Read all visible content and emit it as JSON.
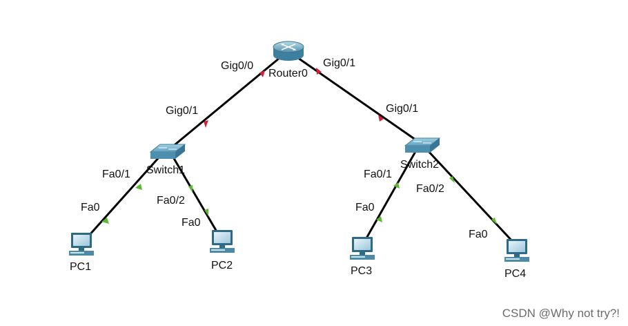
{
  "devices": {
    "router0": "Router0",
    "switch1": "Switch1",
    "switch2": "Switch2",
    "pc1": "PC1",
    "pc2": "PC2",
    "pc3": "PC3",
    "pc4": "PC4"
  },
  "ports": {
    "router_gig00": "Gig0/0",
    "router_gig01": "Gig0/1",
    "sw1_gig01": "Gig0/1",
    "sw2_gig01": "Gig0/1",
    "sw1_fa01": "Fa0/1",
    "sw1_fa02": "Fa0/2",
    "sw2_fa01": "Fa0/1",
    "sw2_fa02": "Fa0/2",
    "pc1_fa0": "Fa0",
    "pc2_fa0": "Fa0",
    "pc3_fa0": "Fa0",
    "pc4_fa0": "Fa0"
  },
  "links": [
    {
      "from": "Router0 Gig0/0",
      "to": "Switch1 Gig0/1",
      "status": "down"
    },
    {
      "from": "Router0 Gig0/1",
      "to": "Switch2 Gig0/1",
      "status": "down"
    },
    {
      "from": "Switch1 Fa0/1",
      "to": "PC1 Fa0",
      "status": "up"
    },
    {
      "from": "Switch1 Fa0/2",
      "to": "PC2 Fa0",
      "status": "up"
    },
    {
      "from": "Switch2 Fa0/1",
      "to": "PC3 Fa0",
      "status": "up"
    },
    {
      "from": "Switch2 Fa0/2",
      "to": "PC4 Fa0",
      "status": "up"
    }
  ],
  "colors": {
    "link": "#000000",
    "status_up": "#5cb82e",
    "status_down": "#d0213a",
    "device_body": "#5a9ab8"
  },
  "watermark": "CSDN @Why not try?!"
}
